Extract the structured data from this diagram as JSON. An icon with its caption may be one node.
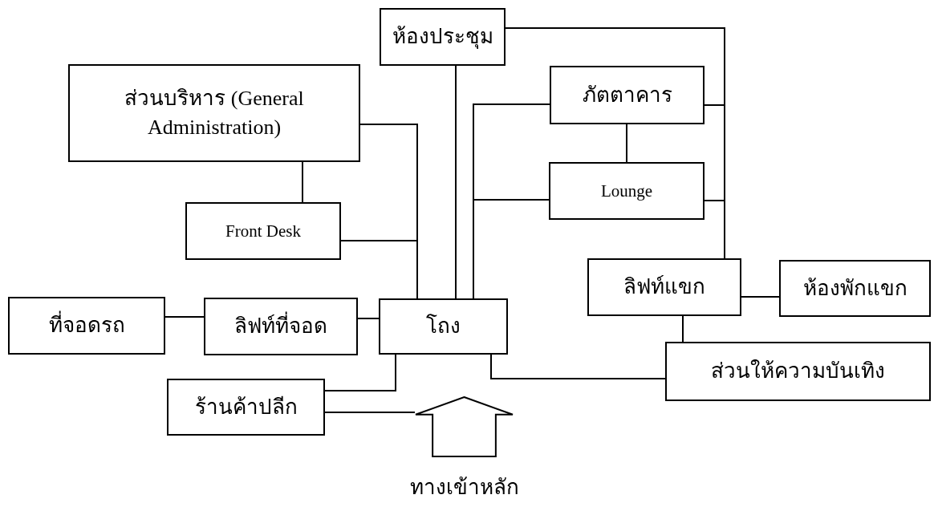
{
  "diagram": {
    "nodes": [
      {
        "text": [
          "ห้องประชุม"
        ]
      },
      {
        "text": [
          "ส่วนบริหาร (General Administration)"
        ]
      },
      {
        "text": [
          "ภัตตาคาร"
        ]
      },
      {
        "text": [
          "Lounge"
        ]
      },
      {
        "text": [
          "Front Desk"
        ]
      },
      {
        "text": [
          "ลิฟท์แขก"
        ]
      },
      {
        "text": [
          "ห้องพักแขก"
        ]
      },
      {
        "text": [
          "ที่จอดรถ"
        ]
      },
      {
        "text": [
          "ลิฟท์ที่จอด"
        ]
      },
      {
        "text": [
          "โถง"
        ]
      },
      {
        "text": [
          "ร้านค้าปลีก"
        ]
      },
      {
        "text": [
          "ส่วนให้ความบันเทิง"
        ]
      },
      {
        "text": [],
        "shape": "arrow",
        "beside": [
          "ทางเข้าหลัก"
        ]
      }
    ],
    "edges": [
      {
        "from": 1,
        "to": 9,
        "arrow": "none"
      },
      {
        "from": 4,
        "to": 9,
        "arrow": "none"
      },
      {
        "from": 1,
        "to": 4,
        "arrow": "none"
      },
      {
        "from": 0,
        "to": 9,
        "arrow": "none"
      },
      {
        "from": 0,
        "to": 5,
        "arrow": "none"
      },
      {
        "from": 2,
        "to": 5,
        "arrow": "none"
      },
      {
        "from": 3,
        "to": 5,
        "arrow": "none"
      },
      {
        "from": 2,
        "to": 3,
        "arrow": "none"
      },
      {
        "from": 9,
        "to": 2,
        "arrow": "none"
      },
      {
        "from": 9,
        "to": 3,
        "arrow": "none"
      },
      {
        "from": 7,
        "to": 8,
        "arrow": "none"
      },
      {
        "from": 8,
        "to": 9,
        "arrow": "none"
      },
      {
        "from": 5,
        "to": 6,
        "arrow": "none"
      },
      {
        "from": 5,
        "to": 11,
        "arrow": "none"
      },
      {
        "from": 9,
        "to": 11,
        "arrow": "none"
      },
      {
        "from": 10,
        "to": 9,
        "arrow": "none"
      },
      {
        "from": 10,
        "to": 12,
        "arrow": "none"
      }
    ]
  }
}
